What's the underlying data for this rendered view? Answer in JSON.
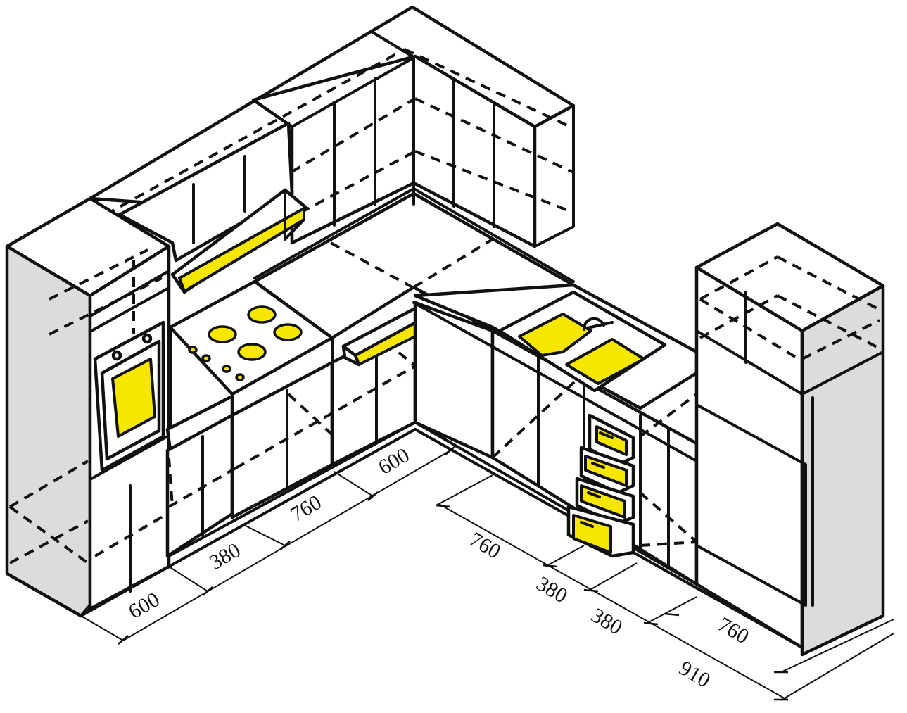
{
  "colors": {
    "highlight": "#f7e600",
    "side_shade": "#dcdcdc",
    "line": "#111111",
    "background": "#ffffff"
  },
  "dimensions": {
    "left_wall": [
      "600",
      "380",
      "760",
      "600"
    ],
    "right_wall": [
      "760",
      "380",
      "380",
      "760",
      "910"
    ]
  }
}
